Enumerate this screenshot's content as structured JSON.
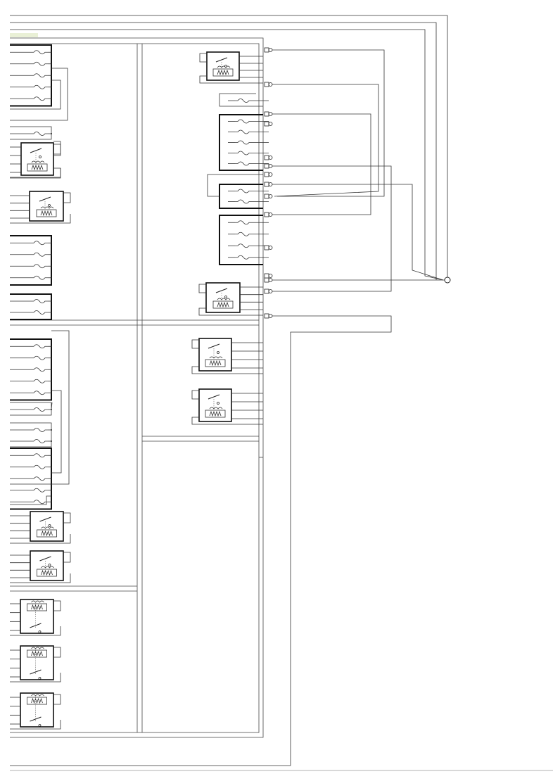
{
  "diagram": {
    "kind": "electrical-wiring-schematic",
    "colors": {
      "line": "#333333",
      "box": "#111111",
      "label_tab": "#e9f0d6",
      "background": "#ffffff"
    },
    "left_fuse_blocks": [
      {
        "id": "L-A",
        "fuses": 5
      },
      {
        "id": "L-B",
        "fuses": 1
      },
      {
        "id": "L-C",
        "fuses": 4
      },
      {
        "id": "L-D",
        "fuses": 2
      },
      {
        "id": "L-E",
        "fuses": 5
      },
      {
        "id": "L-F",
        "fuses": 1
      },
      {
        "id": "L-G",
        "fuses": 2
      },
      {
        "id": "L-H",
        "fuses": 5
      }
    ],
    "right_fuse_blocks": [
      {
        "id": "R-A",
        "fuses": 1
      },
      {
        "id": "R-B",
        "fuses": 5
      },
      {
        "id": "R-C",
        "fuses": 2
      },
      {
        "id": "R-D",
        "fuses": 4
      }
    ],
    "relays": [
      {
        "id": "relay-1",
        "orientation": "switch-top"
      },
      {
        "id": "relay-2",
        "orientation": "switch-top"
      },
      {
        "id": "relay-3",
        "orientation": "switch-top"
      },
      {
        "id": "relay-4",
        "orientation": "switch-top"
      },
      {
        "id": "relay-5",
        "orientation": "switch-top"
      },
      {
        "id": "relay-6",
        "orientation": "switch-top"
      },
      {
        "id": "relay-7",
        "orientation": "switch-top"
      },
      {
        "id": "relay-8",
        "orientation": "switch-top"
      },
      {
        "id": "relay-9",
        "orientation": "coil-top"
      },
      {
        "id": "relay-10",
        "orientation": "coil-top"
      },
      {
        "id": "relay-11",
        "orientation": "coil-top"
      }
    ],
    "connectors": 15,
    "ground_points": 1
  }
}
